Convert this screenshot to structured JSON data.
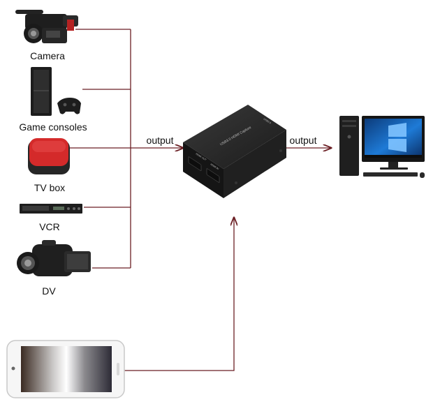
{
  "sources": [
    {
      "label": "Camera",
      "icon": "video-camera-icon"
    },
    {
      "label": "Game consoles",
      "icon": "game-console-icon"
    },
    {
      "label": "TV box",
      "icon": "tv-box-icon"
    },
    {
      "label": "VCR",
      "icon": "vcr-icon"
    },
    {
      "label": "DV",
      "icon": "dv-camcorder-icon"
    }
  ],
  "phone": {
    "icon": "smartphone-icon"
  },
  "capture_card": {
    "icon": "hdmi-capture-card-icon",
    "top_text": "USB3.0 HDMI Capture",
    "port_in_text": "HDMI OUT",
    "port_out_text": "HDMI IN",
    "side_text": "USB3.0"
  },
  "computer": {
    "icon": "desktop-computer-icon"
  },
  "labels": {
    "output_left": "output",
    "output_right": "output"
  },
  "colors": {
    "wire": "#6b1f24",
    "line": "#6b1f24",
    "box_dark": "#222222",
    "tvbox_red": "#d42a2a",
    "windows_blue": "#1e7ad6"
  }
}
